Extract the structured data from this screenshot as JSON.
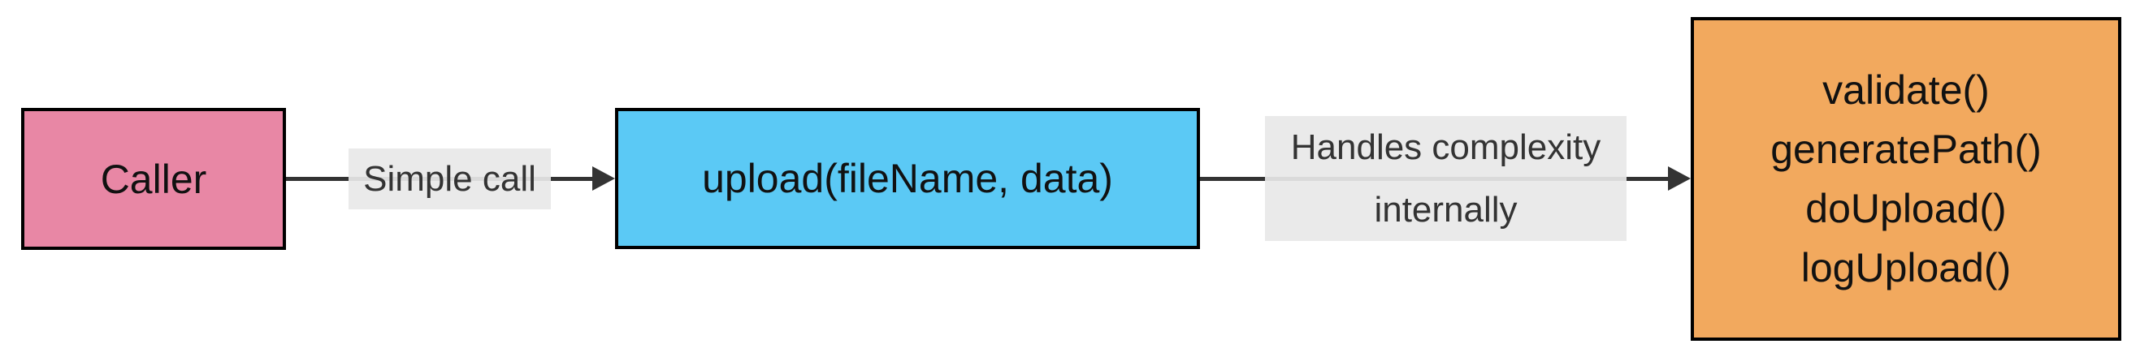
{
  "diagram": {
    "type": "flowchart-left-to-right",
    "nodes": {
      "caller": {
        "label": "Caller",
        "fill": "#e887a5",
        "border": "#000000"
      },
      "upload": {
        "label": "upload(fileName, data)",
        "fill": "#5bc9f5",
        "border": "#000000"
      },
      "internals": {
        "lines": [
          "validate()",
          "generatePath()",
          "doUpload()",
          "logUpload()"
        ],
        "fill": "#f2a95e",
        "border": "#000000"
      }
    },
    "edges": {
      "caller_to_upload": {
        "label": "Simple call"
      },
      "upload_to_internals": {
        "lines": [
          "Handles complexity",
          "internally"
        ]
      }
    },
    "colors": {
      "edge": "#333333",
      "edge_label_bg": "#e8e8e8",
      "edge_label_text": "#333333",
      "node_text": "#111111",
      "background": "#ffffff"
    }
  }
}
